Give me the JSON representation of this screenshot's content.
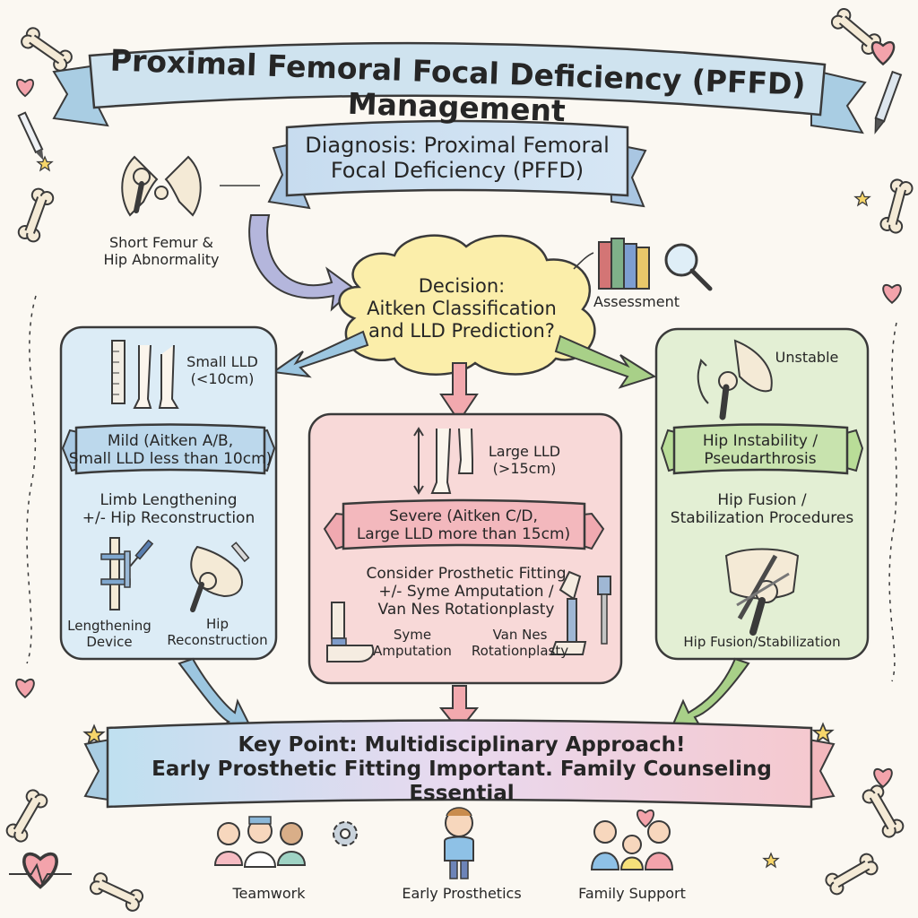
{
  "title": "Proximal Femoral Focal Deficiency (PFFD) Management",
  "diagnosis": {
    "line1": "Diagnosis: Proximal Femoral",
    "line2": "Focal Deficiency (PFFD)",
    "side_label_1": "Short Femur &",
    "side_label_2": "Hip Abnormality"
  },
  "decision": {
    "line1": "Decision:",
    "line2": "Aitken Classification",
    "line3": "and LLD Prediction?",
    "assessment_label": "Assessment"
  },
  "mild": {
    "lld_1": "Small LLD",
    "lld_2": "(<10cm)",
    "banner_1": "Mild (Aitken A/B,",
    "banner_2": "Small LLD less than 10cm)",
    "treatment_1": "Limb Lengthening",
    "treatment_2": "+/- Hip Reconstruction",
    "device_1": "Lengthening",
    "device_2": "Device",
    "recon_1": "Hip",
    "recon_2": "Reconstruction"
  },
  "severe": {
    "lld_1": "Large LLD",
    "lld_2": "(>15cm)",
    "banner_1": "Severe (Aitken C/D,",
    "banner_2": "Large LLD more than 15cm)",
    "treatment_1": "Consider Prosthetic Fitting",
    "treatment_2": "+/- Syme Amputation /",
    "treatment_3": "Van Nes Rotationplasty",
    "syme_1": "Syme",
    "syme_2": "Amputation",
    "vannes_1": "Van Nes",
    "vannes_2": "Rotationplasty"
  },
  "hip": {
    "unstable": "Unstable",
    "banner_1": "Hip Instability /",
    "banner_2": "Pseudarthrosis",
    "treatment_1": "Hip Fusion /",
    "treatment_2": "Stabilization Procedures",
    "caption": "Hip Fusion/Stabilization"
  },
  "key_point": {
    "line1": "Key Point: Multidisciplinary Approach!",
    "line2": "Early Prosthetic Fitting Important. Family Counseling Essential"
  },
  "footer": {
    "teamwork": "Teamwork",
    "early_prosthetics": "Early Prosthetics",
    "family_support": "Family Support"
  },
  "colors": {
    "blue_panel": "#dcecf6",
    "pink_panel": "#f8d9d8",
    "green_panel": "#e3efd4",
    "banner_blue": "#bcd8ec",
    "banner_pink": "#f3b8bd",
    "banner_green": "#c8e3ae",
    "cloud_yellow": "#fbeeaa",
    "title_banner": "#cfe3ef"
  },
  "icons": [
    "bone-icon",
    "heart-icon",
    "star-icon",
    "pen-icon",
    "books-icon",
    "magnifier-icon",
    "gear-icon",
    "screw-icon",
    "prosthetic-leg-icon",
    "ruler-icon"
  ]
}
